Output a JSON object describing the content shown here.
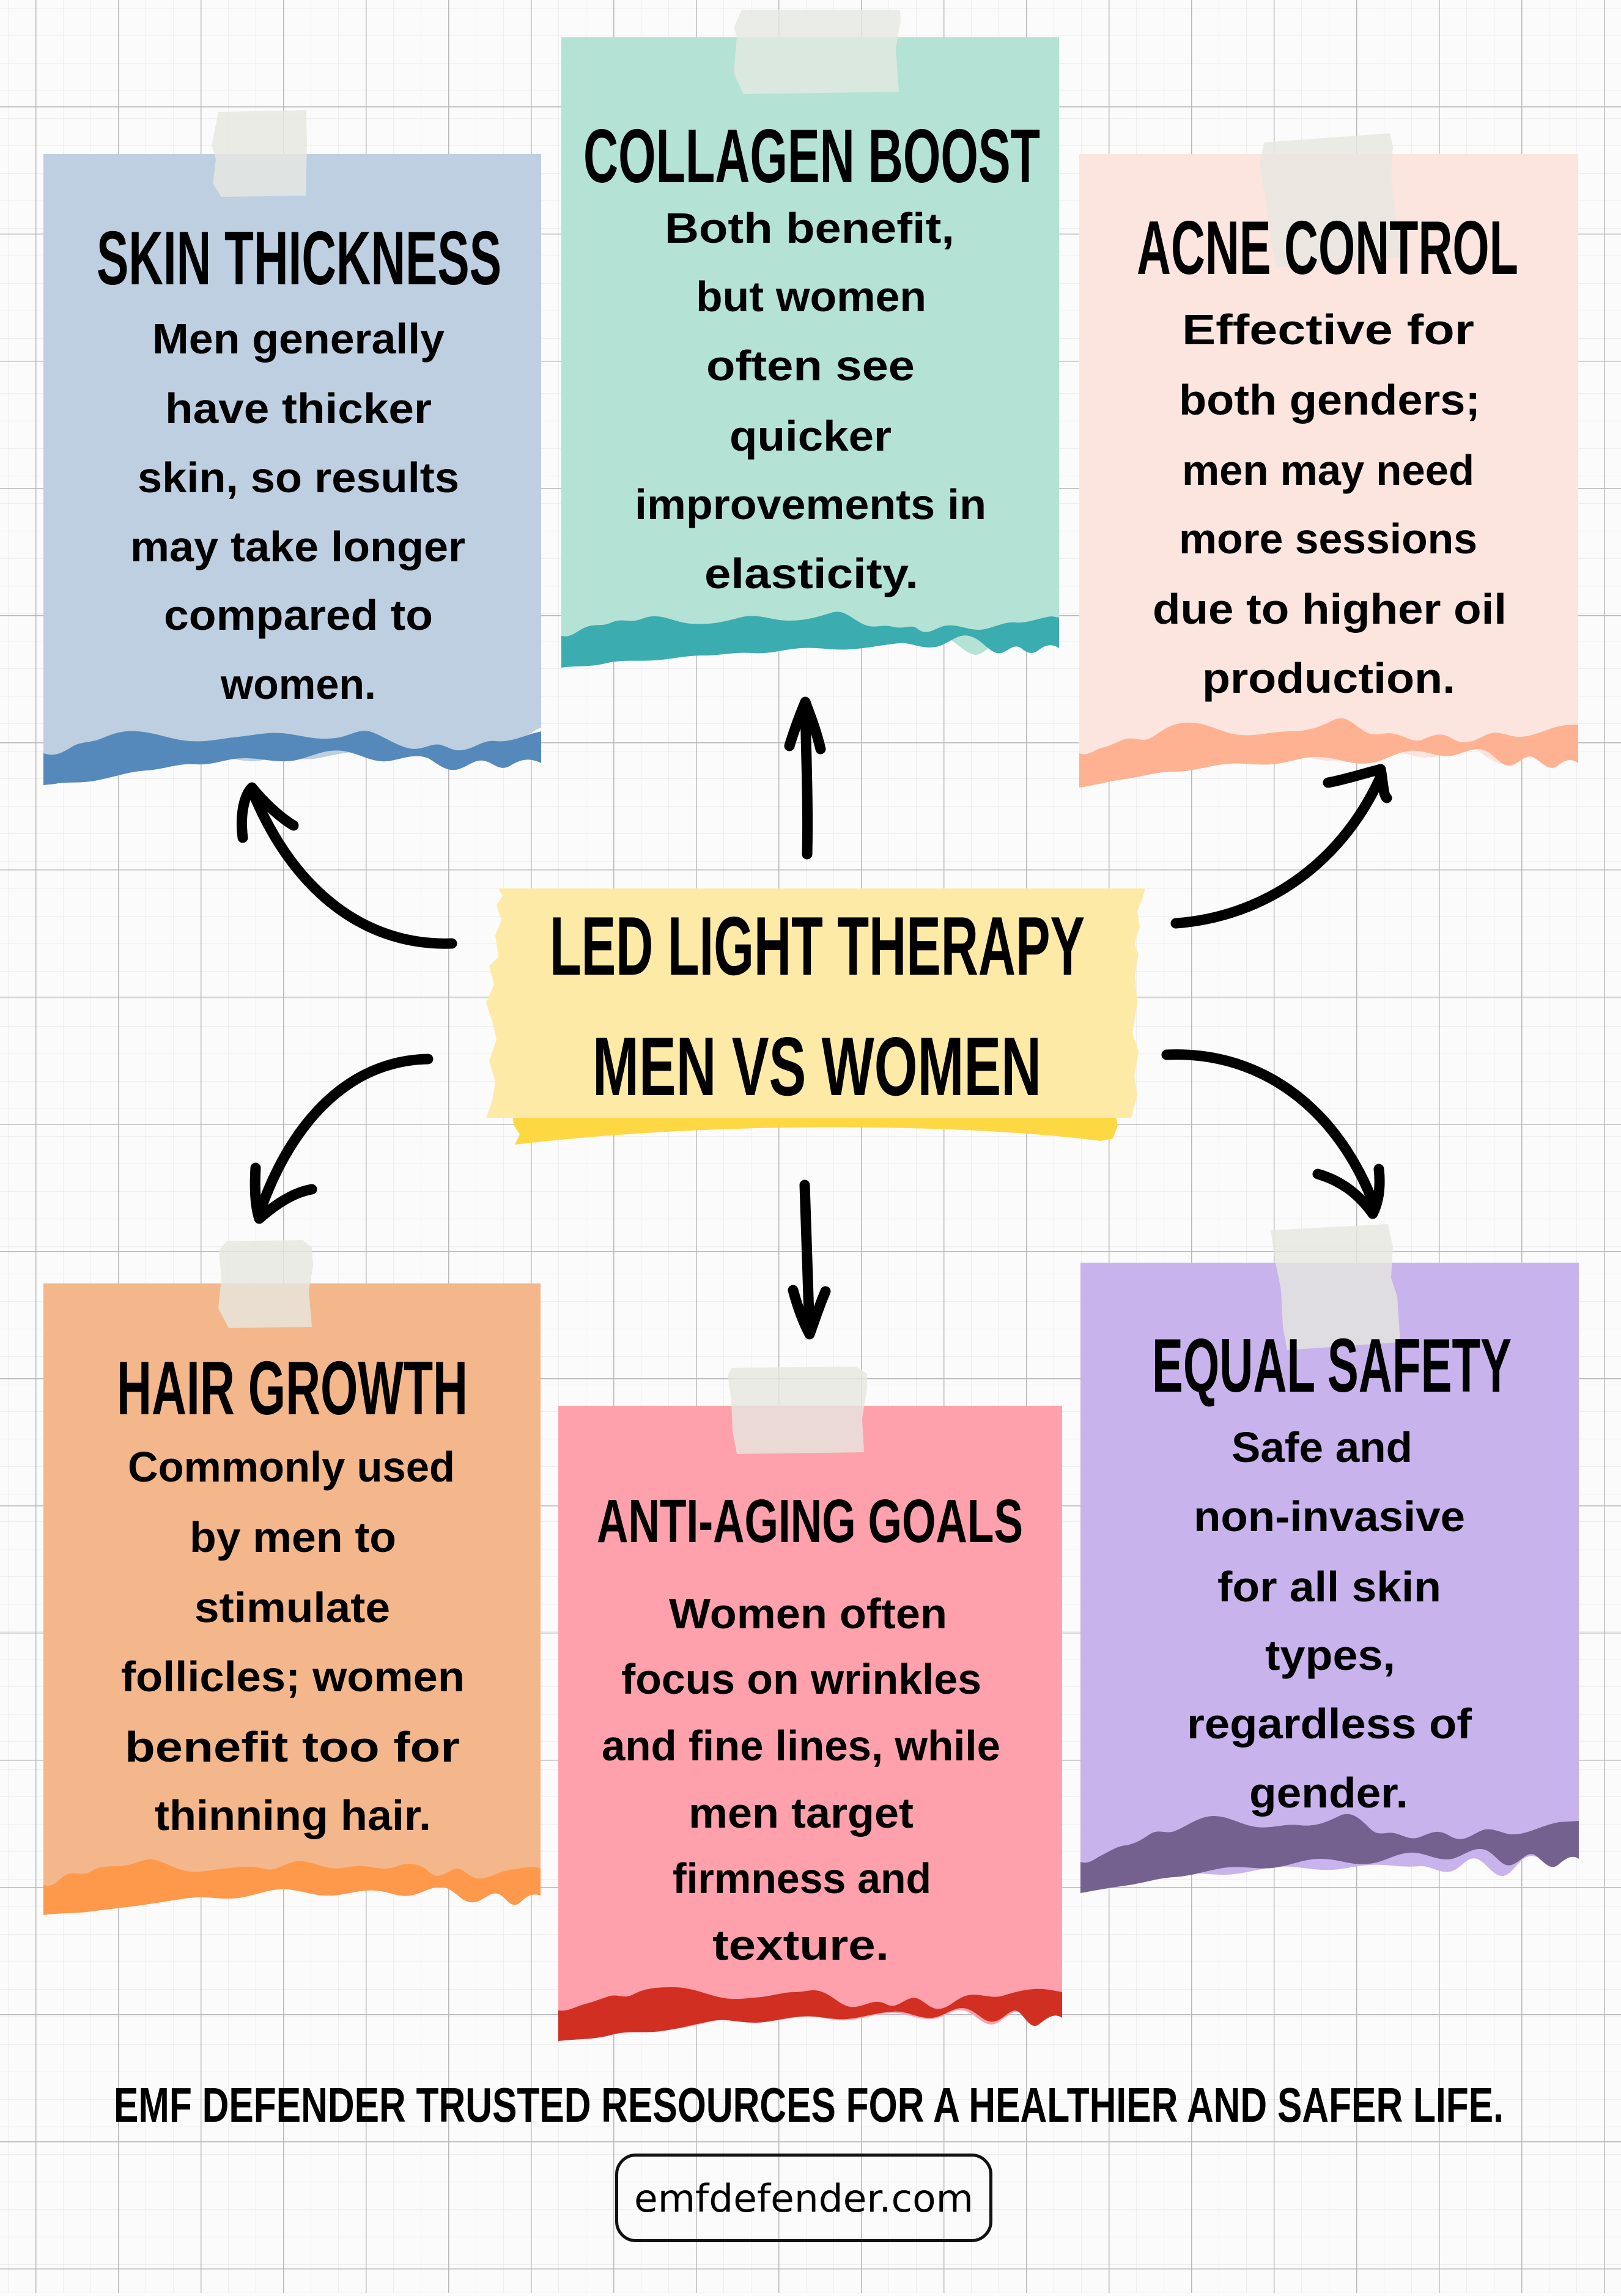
{
  "banner": {
    "line1": "LED LIGHT THERAPY",
    "line2": "MEN VS WOMEN",
    "color": "#fdeaa7",
    "accent": "#fdd843"
  },
  "cards": [
    {
      "id": "skin-thickness",
      "title": "SKIN THICKNESS",
      "lines": [
        "Men generally",
        "have thicker",
        "skin, so results",
        "may take longer",
        "compared to",
        "women."
      ],
      "color": "#bdcfe0",
      "edge": "#5589bb"
    },
    {
      "id": "collagen-boost",
      "title": "COLLAGEN BOOST",
      "lines": [
        "Both benefit,",
        "but women",
        "often see",
        "quicker",
        "improvements in",
        "elasticity."
      ],
      "color": "#b4e2d5",
      "edge": "#3bacb0"
    },
    {
      "id": "acne-control",
      "title": "ACNE CONTROL",
      "lines": [
        "Effective for",
        "both genders;",
        "men may need",
        "more sessions",
        "due to higher oil",
        "production."
      ],
      "color": "#fbe5de",
      "edge": "#ffb292"
    },
    {
      "id": "hair-growth",
      "title": "HAIR GROWTH",
      "lines": [
        "Commonly used",
        "by men to",
        "stimulate",
        "follicles; women",
        "benefit too for",
        "thinning hair."
      ],
      "color": "#f3b78b",
      "edge": "#fe984b"
    },
    {
      "id": "anti-aging-goals",
      "title": "ANTI-AGING GOALS",
      "lines": [
        "Women often",
        "focus on wrinkles",
        "and fine lines, while",
        "men target",
        "firmness and",
        "texture."
      ],
      "color": "#fea1ac",
      "edge": "#d22f23"
    },
    {
      "id": "equal-safety",
      "title": "EQUAL SAFETY",
      "lines": [
        "Safe and",
        "non-invasive",
        "for all skin",
        "types,",
        "regardless of",
        "gender."
      ],
      "color": "#c8b3ec",
      "edge": "#75618f"
    }
  ],
  "footer": {
    "tagline": "EMF DEFENDER TRUSTED RESOURCES FOR A HEALTHIER AND SAFER LIFE.",
    "website": "emfdefender.com"
  },
  "icons": {
    "arrows": [
      "arrow-up-left-icon",
      "arrow-up-icon",
      "arrow-up-right-icon",
      "arrow-down-left-icon",
      "arrow-down-icon",
      "arrow-down-right-icon"
    ],
    "tape": "masking-tape-icon"
  }
}
